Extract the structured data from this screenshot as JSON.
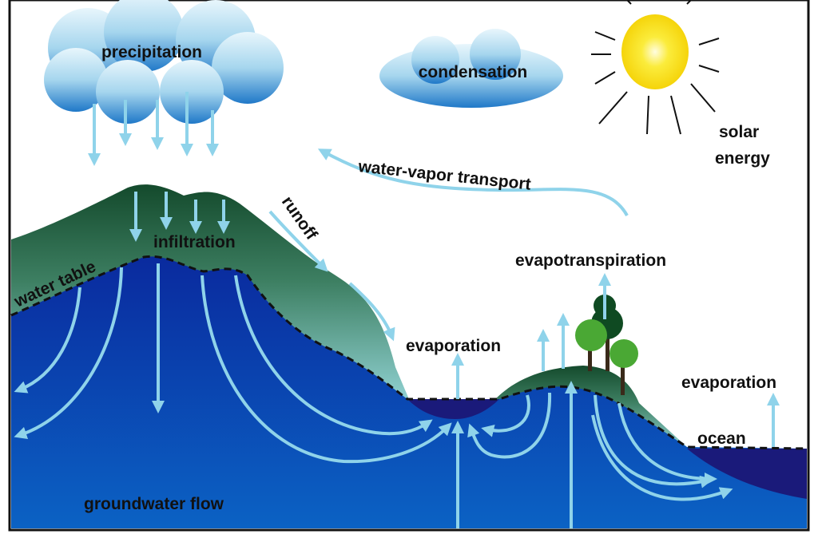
{
  "title": "Water cycle",
  "labels": {
    "precipitation": "precipitation",
    "condensation": "condensation",
    "solar_energy_1": "solar",
    "solar_energy_2": "energy",
    "water_vapor_transport": "water-vapor transport",
    "runoff": "runoff",
    "infiltration": "infiltration",
    "water_table": "water table",
    "evapotranspiration": "evapotranspiration",
    "evaporation_lake": "evaporation",
    "evaporation_ocean": "evaporation",
    "ocean": "ocean",
    "groundwater_flow": "groundwater flow"
  },
  "colors": {
    "groundwater": "#0a3fb0",
    "land_top": "#1f5a3a",
    "land_bottom": "#7cc6c8",
    "lake": "#1a1a7a",
    "arrows": "#8fd3ea",
    "sun": "#f7e21a"
  }
}
